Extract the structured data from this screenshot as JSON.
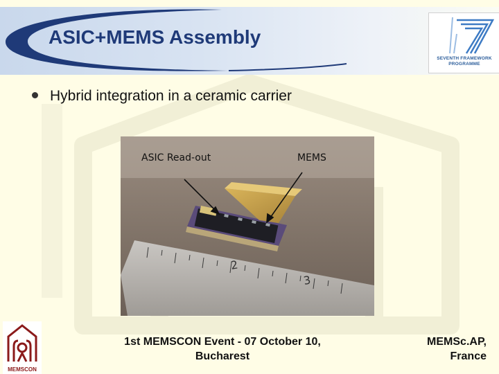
{
  "slide": {
    "title": "ASIC+MEMS Assembly",
    "bullet": "Hybrid integration in a ceramic carrier",
    "photo": {
      "label_asic": "ASIC Read-out",
      "label_mems": "MEMS"
    },
    "fp7_logo": {
      "line1": "SEVENTH FRAMEWORK",
      "line2": "PROGRAMME"
    },
    "memscon_logo": {
      "text": "MEMSCON"
    },
    "footer": {
      "event_line1": "1st  MEMSCON Event - 07 October 10,",
      "event_line2": "Bucharest",
      "org_line1": "MEMSc.AP,",
      "org_line2": "France"
    }
  },
  "colors": {
    "background": "#fffde6",
    "title": "#1f3a78",
    "header_gradient_start": "#c9d8ec",
    "swoosh": "#1f3a78"
  }
}
